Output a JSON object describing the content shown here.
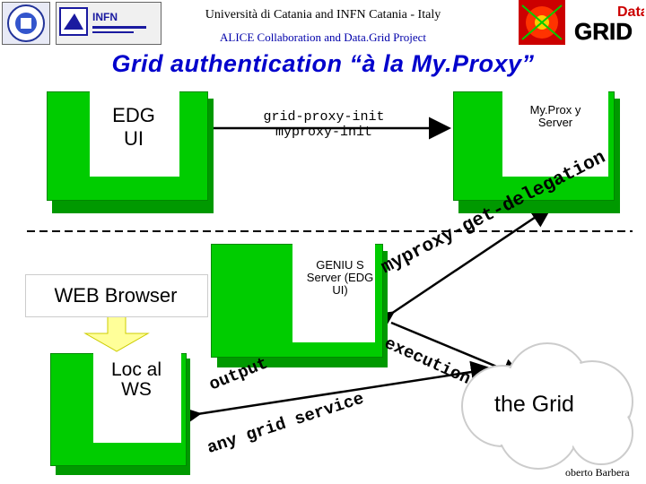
{
  "header": {
    "line1": "Università di Catania and INFN Catania - Italy",
    "line2": "ALICE Collaboration and Data.Grid Project",
    "title": "Grid authentication “à la My.Proxy”"
  },
  "logos": {
    "infn": "INFN",
    "datagrid_top": "Data",
    "datagrid_bottom": "GRID"
  },
  "nodes": {
    "edg_ui": "EDG UI",
    "myproxy_server": "My.Prox y Server",
    "genius_server": "GENIU S Server (EDG UI)",
    "web_browser": "WEB Browser",
    "local_ws": "Loc al WS",
    "the_grid": "the Grid"
  },
  "commands": {
    "line1": "grid-proxy-init",
    "line2": "myproxy-init"
  },
  "curved_labels": {
    "delegation": "myproxy-get-delegation",
    "execution": "execution",
    "output": "output",
    "any_grid_service": "any grid service"
  },
  "footer": {
    "author": "oberto Barbera"
  },
  "colors": {
    "title": "#0000cc",
    "monitor": "#00cc00",
    "arrow_box": "#ffff99",
    "cloud": "#ffffff"
  }
}
